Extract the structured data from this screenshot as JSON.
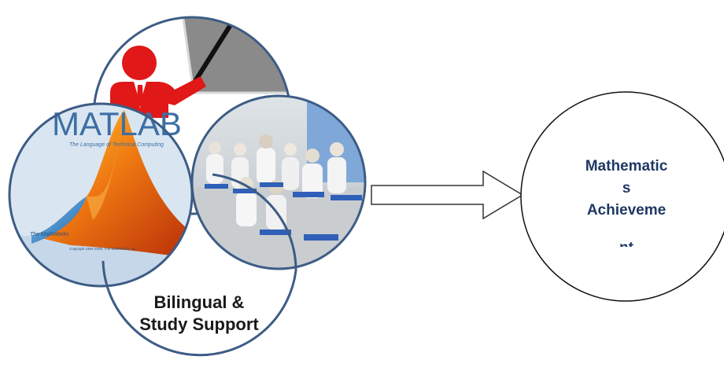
{
  "left_cluster": {
    "matlab_logo_text": "MATLAB",
    "matlab_tagline": "The Language of Technical Computing",
    "matlab_vendor": "The MathWorks",
    "matlab_copyright": "Copyright 1984-2006, The MathWorks, Inc.",
    "support_label_line1": "Bilingual &",
    "support_label_line2": "Study Support"
  },
  "target": {
    "label_line1": "Mathematic",
    "label_line2": "s",
    "label_line3": "Achieveme",
    "label_line4": "nt"
  },
  "colors": {
    "circle_border": "#3d5c85",
    "presenter_red": "#e01818",
    "board_gray": "#8a8a8a",
    "label_text": "#1f3864",
    "arrow_stroke": "#333333"
  }
}
